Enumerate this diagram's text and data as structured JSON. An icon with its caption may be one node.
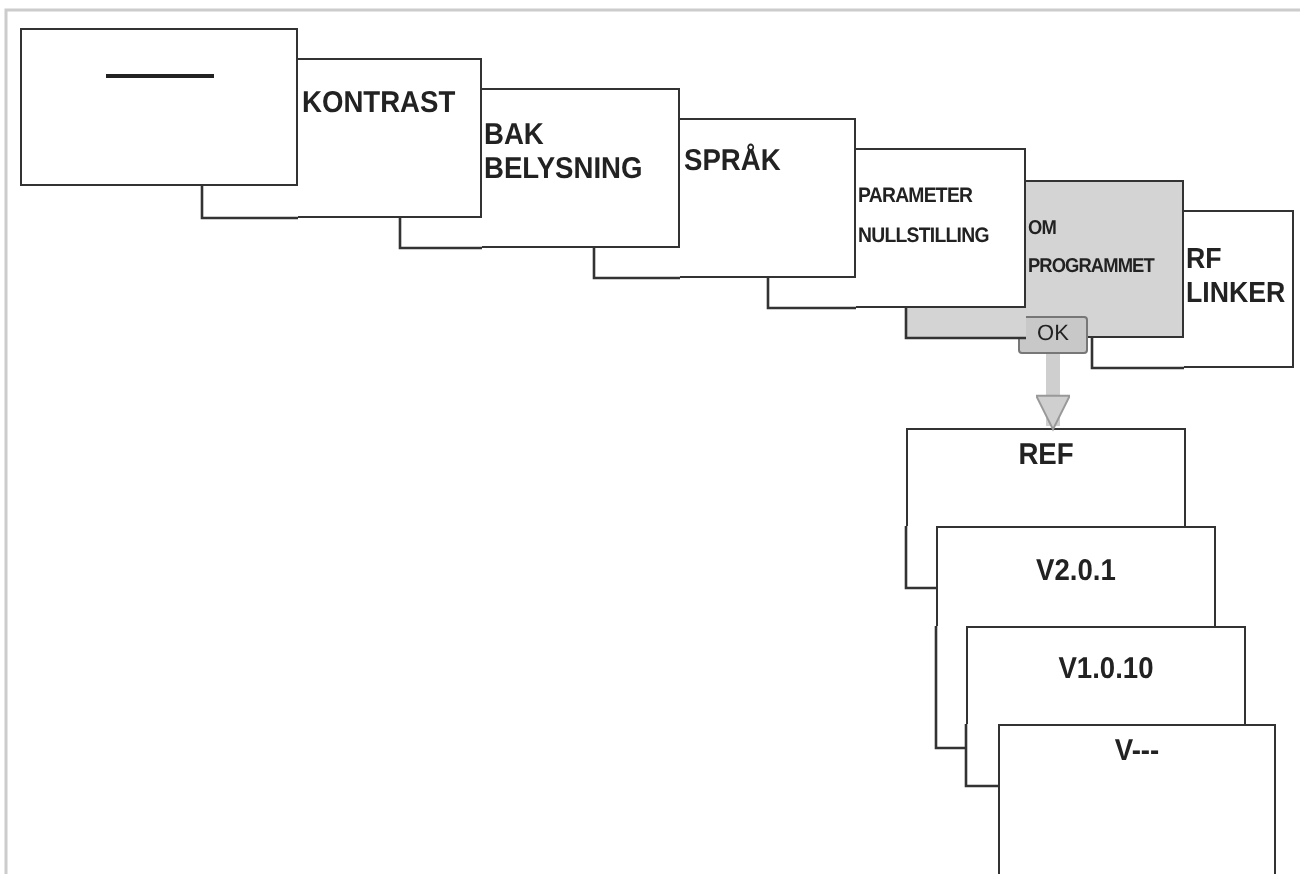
{
  "diagram": {
    "nodes": [
      {
        "text": [],
        "shape": "box"
      },
      {
        "text": [
          "KONTRAST"
        ]
      },
      {
        "text": [
          "BAK BELYSNING"
        ]
      },
      {
        "text": [
          "SPRÅK"
        ]
      },
      {
        "text": [
          "PARAMETER NULLSTILLING"
        ]
      },
      {
        "text": [
          "OM PROGRAMMET"
        ]
      },
      {
        "text": [
          "RF LINKER"
        ]
      },
      {
        "text": [
          "OK"
        ]
      },
      {
        "text": [
          "REF"
        ]
      },
      {
        "text": [
          "V2.0.1"
        ]
      },
      {
        "text": [
          "V1.0.10"
        ]
      },
      {
        "text": [
          "V---"
        ]
      }
    ],
    "edges": [
      {
        "from": 7,
        "to": 8,
        "arrow": "to"
      }
    ]
  }
}
